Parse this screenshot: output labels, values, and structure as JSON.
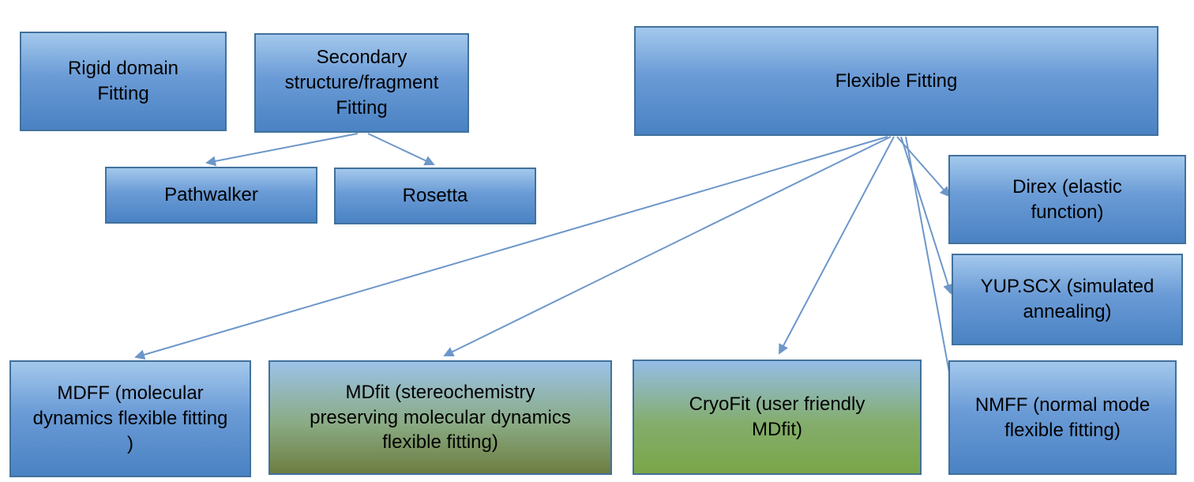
{
  "nodes": {
    "rigid": {
      "label": "Rigid domain Fitting"
    },
    "secondary": {
      "label": "Secondary structure/fragment Fitting"
    },
    "flexible": {
      "label": "Flexible Fitting"
    },
    "pathwalker": {
      "label": "Pathwalker"
    },
    "rosetta": {
      "label": "Rosetta"
    },
    "direx": {
      "label": "Direx (elastic function)"
    },
    "yupscx": {
      "label": "YUP.SCX (simulated annealing)"
    },
    "mdff": {
      "label": "MDFF (molecular dynamics flexible fitting )"
    },
    "mdfit": {
      "label": "MDfit (stereochemistry preserving molecular dynamics flexible fitting)"
    },
    "cryofit": {
      "label": "CryoFit (user friendly MDfit)"
    },
    "nmff": {
      "label": "NMFF (normal mode flexible fitting)"
    }
  },
  "edges": [
    {
      "from": "secondary",
      "to": "pathwalker"
    },
    {
      "from": "secondary",
      "to": "rosetta"
    },
    {
      "from": "flexible",
      "to": "mdff"
    },
    {
      "from": "flexible",
      "to": "mdfit"
    },
    {
      "from": "flexible",
      "to": "cryofit"
    },
    {
      "from": "flexible",
      "to": "direx"
    },
    {
      "from": "flexible",
      "to": "yupscx"
    },
    {
      "from": "flexible",
      "to": "nmff"
    }
  ],
  "colors": {
    "box_fill_top": "#a3c8ec",
    "box_fill_bottom": "#4a82c3",
    "box_border": "#41719c",
    "arrow": "#6d97c9",
    "mdfit_fill_bottom": "#6d7d41",
    "cryofit_fill_bottom": "#7aa647",
    "text": "#000000"
  }
}
